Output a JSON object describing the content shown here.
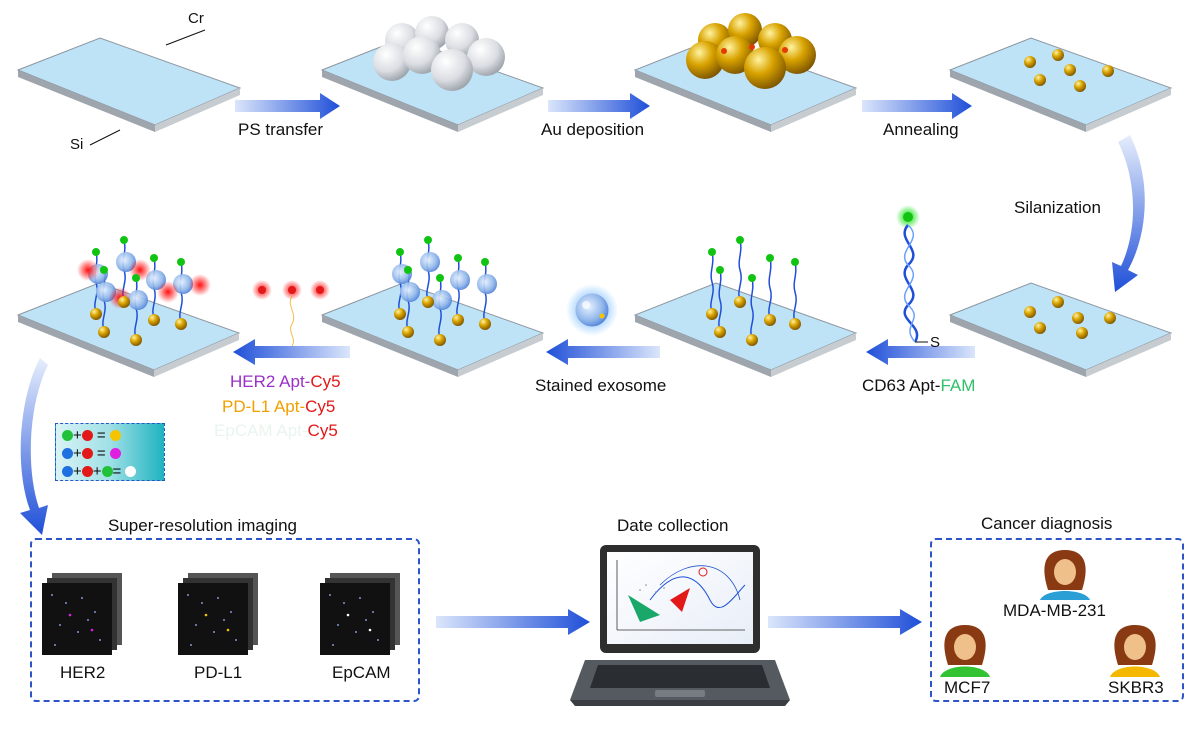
{
  "colors": {
    "substrate_top": "#bfe3f6",
    "substrate_edge": "#9aa0a6",
    "arrow_blue": "#1f4fd8",
    "box_border": "#2d55c8",
    "her2_text": "#9b2fc9",
    "pdl1_text": "#f0a000",
    "epcam_text": "#2ec06a",
    "cy5_text": "#e31818",
    "fam_text": "#2ec06a"
  },
  "labels": {
    "cr": "Cr",
    "si": "Si",
    "s_label": "S"
  },
  "steps": {
    "ps_transfer": "PS transfer",
    "au_deposition": "Au deposition",
    "annealing": "Annealing",
    "silanization": "Silanization",
    "cd63_prefix": "CD63 Apt-",
    "cd63_fam": "FAM",
    "stained_exosome": "Stained exosome"
  },
  "aptamers": [
    {
      "target": "HER2",
      "apt": " Apt-",
      "dye": "Cy5"
    },
    {
      "target": "PD-L1",
      "apt": " Apt-",
      "dye": "Cy5"
    },
    {
      "target": "EpCAM",
      "apt": " Apt-",
      "dye": "Cy5"
    }
  ],
  "legend": {
    "rows": [
      {
        "colors": [
          "#22c13a",
          "#e31818"
        ],
        "result": "#f5c400"
      },
      {
        "colors": [
          "#1f6fe0",
          "#e31818"
        ],
        "result": "#e020e0"
      },
      {
        "colors": [
          "#1f6fe0",
          "#e31818",
          "#22c13a"
        ],
        "result": "#ffffff"
      }
    ]
  },
  "panels": {
    "imaging_title": "Super-resolution imaging",
    "collection_title": "Date collection",
    "diagnosis_title": "Cancer diagnosis",
    "image_labels": [
      "HER2",
      "PD-L1",
      "EpCAM"
    ],
    "cell_lines": [
      "MDA-MB-231",
      "MCF7",
      "SKBR3"
    ]
  }
}
